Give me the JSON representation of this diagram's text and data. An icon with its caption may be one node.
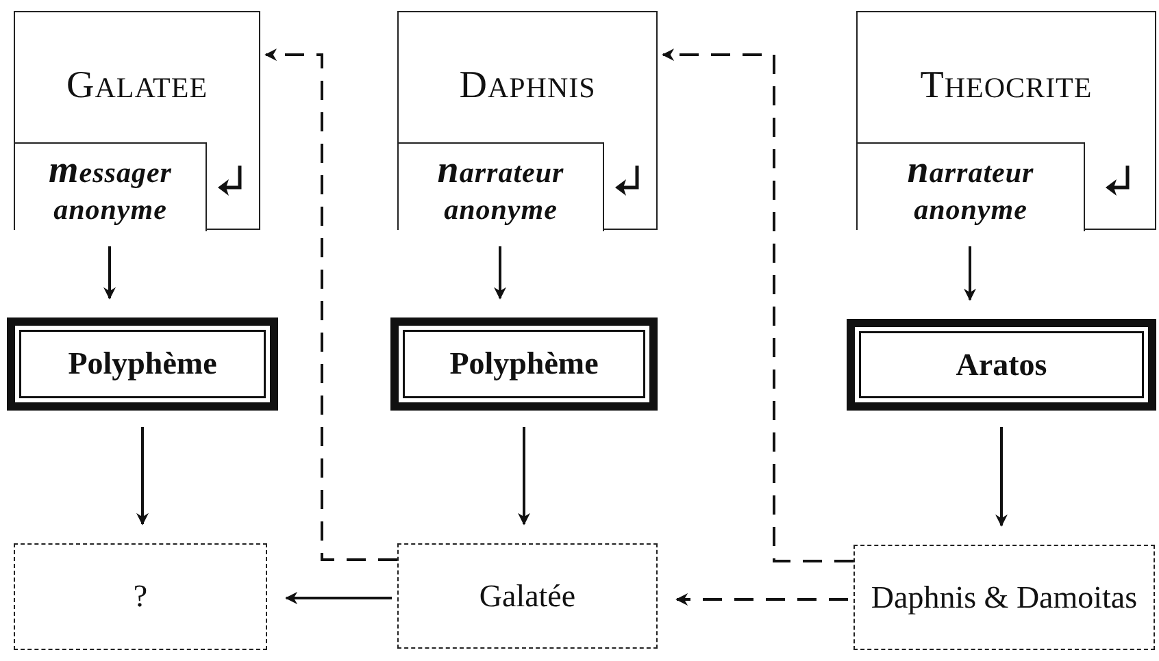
{
  "diagram": {
    "nodes": [
      {
        "text": [
          "GALATEE"
        ]
      },
      {
        "text": [
          "messager anonyme"
        ],
        "in": 0
      },
      {
        "text": [
          "DAPHNIS"
        ]
      },
      {
        "text": [
          "narrateur anonyme"
        ],
        "in": 2
      },
      {
        "text": [
          "THEOCRITE"
        ]
      },
      {
        "text": [
          "narrateur anonyme"
        ],
        "in": 4
      },
      {
        "text": [
          "Polyphème"
        ]
      },
      {
        "text": [
          "Polyphème"
        ]
      },
      {
        "text": [
          "Aratos"
        ]
      },
      {
        "text": [
          "?"
        ]
      },
      {
        "text": [
          "Galatée"
        ]
      },
      {
        "text": [
          "Daphnis & Damoitas"
        ]
      }
    ],
    "edges": [
      {
        "from": 1,
        "to": 6,
        "arrow": "to"
      },
      {
        "from": 3,
        "to": 7,
        "arrow": "to"
      },
      {
        "from": 5,
        "to": 8,
        "arrow": "to"
      },
      {
        "from": 6,
        "to": 9,
        "arrow": "to"
      },
      {
        "from": 7,
        "to": 10,
        "arrow": "to"
      },
      {
        "from": 8,
        "to": 11,
        "arrow": "to"
      },
      {
        "from": 10,
        "to": 9,
        "arrow": "to"
      },
      {
        "from": 11,
        "to": 10,
        "arrow": "to",
        "style": "dashed"
      },
      {
        "from": 10,
        "to": 0,
        "arrow": "to",
        "style": "dashed"
      },
      {
        "from": 11,
        "to": 2,
        "arrow": "to",
        "style": "dashed"
      }
    ]
  }
}
